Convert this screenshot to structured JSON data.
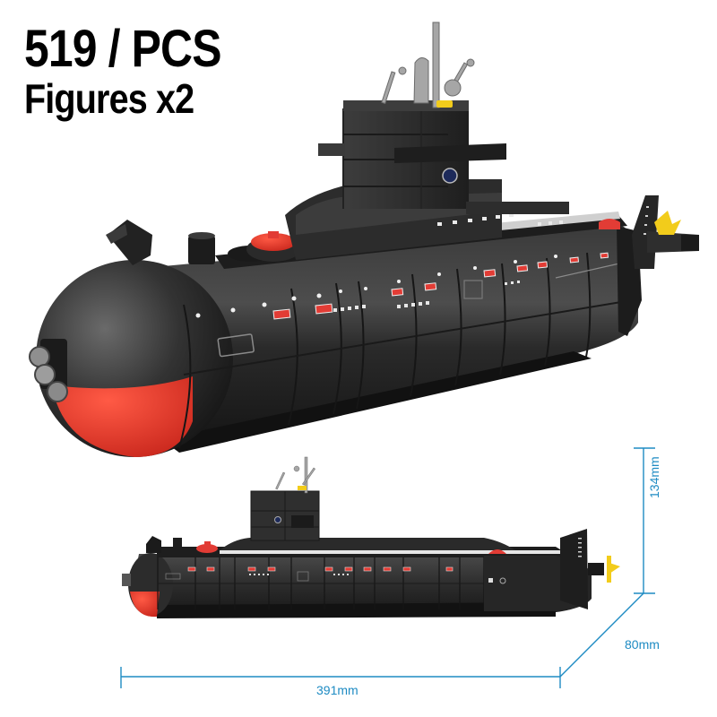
{
  "headline": {
    "piece_count": "519 / PCS",
    "figures": "Figures x2"
  },
  "product": {
    "subject": "brick-built submarine model",
    "views": [
      "perspective-view",
      "side-view"
    ]
  },
  "dimensions": {
    "height": "134mm",
    "depth": "80mm",
    "length": "391mm"
  },
  "colors": {
    "hull": "#2b2b2b",
    "hull_highlight": "#4a4a4a",
    "nose_red": "#e8362b",
    "accent_yellow": "#f2cc1b",
    "grey_parts": "#a9a9a9",
    "dimension_blue": "#1e8bc3"
  }
}
